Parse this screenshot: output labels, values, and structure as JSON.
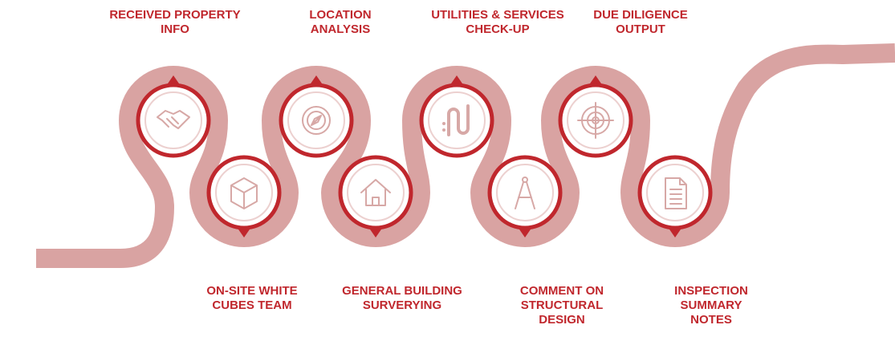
{
  "diagram": {
    "colors": {
      "track": "#d9a3a2",
      "track_edge": "#cf8f8d",
      "accent": "#c0272d",
      "icon": "#d7a8a6",
      "label": "#c0272d"
    },
    "steps": [
      {
        "label": "RECEIVED PROPERTY\nINFO",
        "icon": "handshake-icon",
        "row": "top"
      },
      {
        "label": "ON-SITE WHITE\nCUBES TEAM",
        "icon": "cube-icon",
        "row": "bottom"
      },
      {
        "label": "LOCATION\nANALYSIS",
        "icon": "compass-icon",
        "row": "top"
      },
      {
        "label": "GENERAL BUILDING\nSURVERYING",
        "icon": "house-icon",
        "row": "bottom"
      },
      {
        "label": "UTILITIES & SERVICES\nCHECK-UP",
        "icon": "pipe-icon",
        "row": "top"
      },
      {
        "label": "COMMENT ON\nSTRUCTURAL\nDESIGN",
        "icon": "drafting-compass-icon",
        "row": "bottom"
      },
      {
        "label": "DUE DILIGENCE\nOUTPUT",
        "icon": "target-icon",
        "row": "top"
      },
      {
        "label": "INSPECTION\nSUMMARY\nNOTES",
        "icon": "document-icon",
        "row": "bottom"
      }
    ]
  }
}
